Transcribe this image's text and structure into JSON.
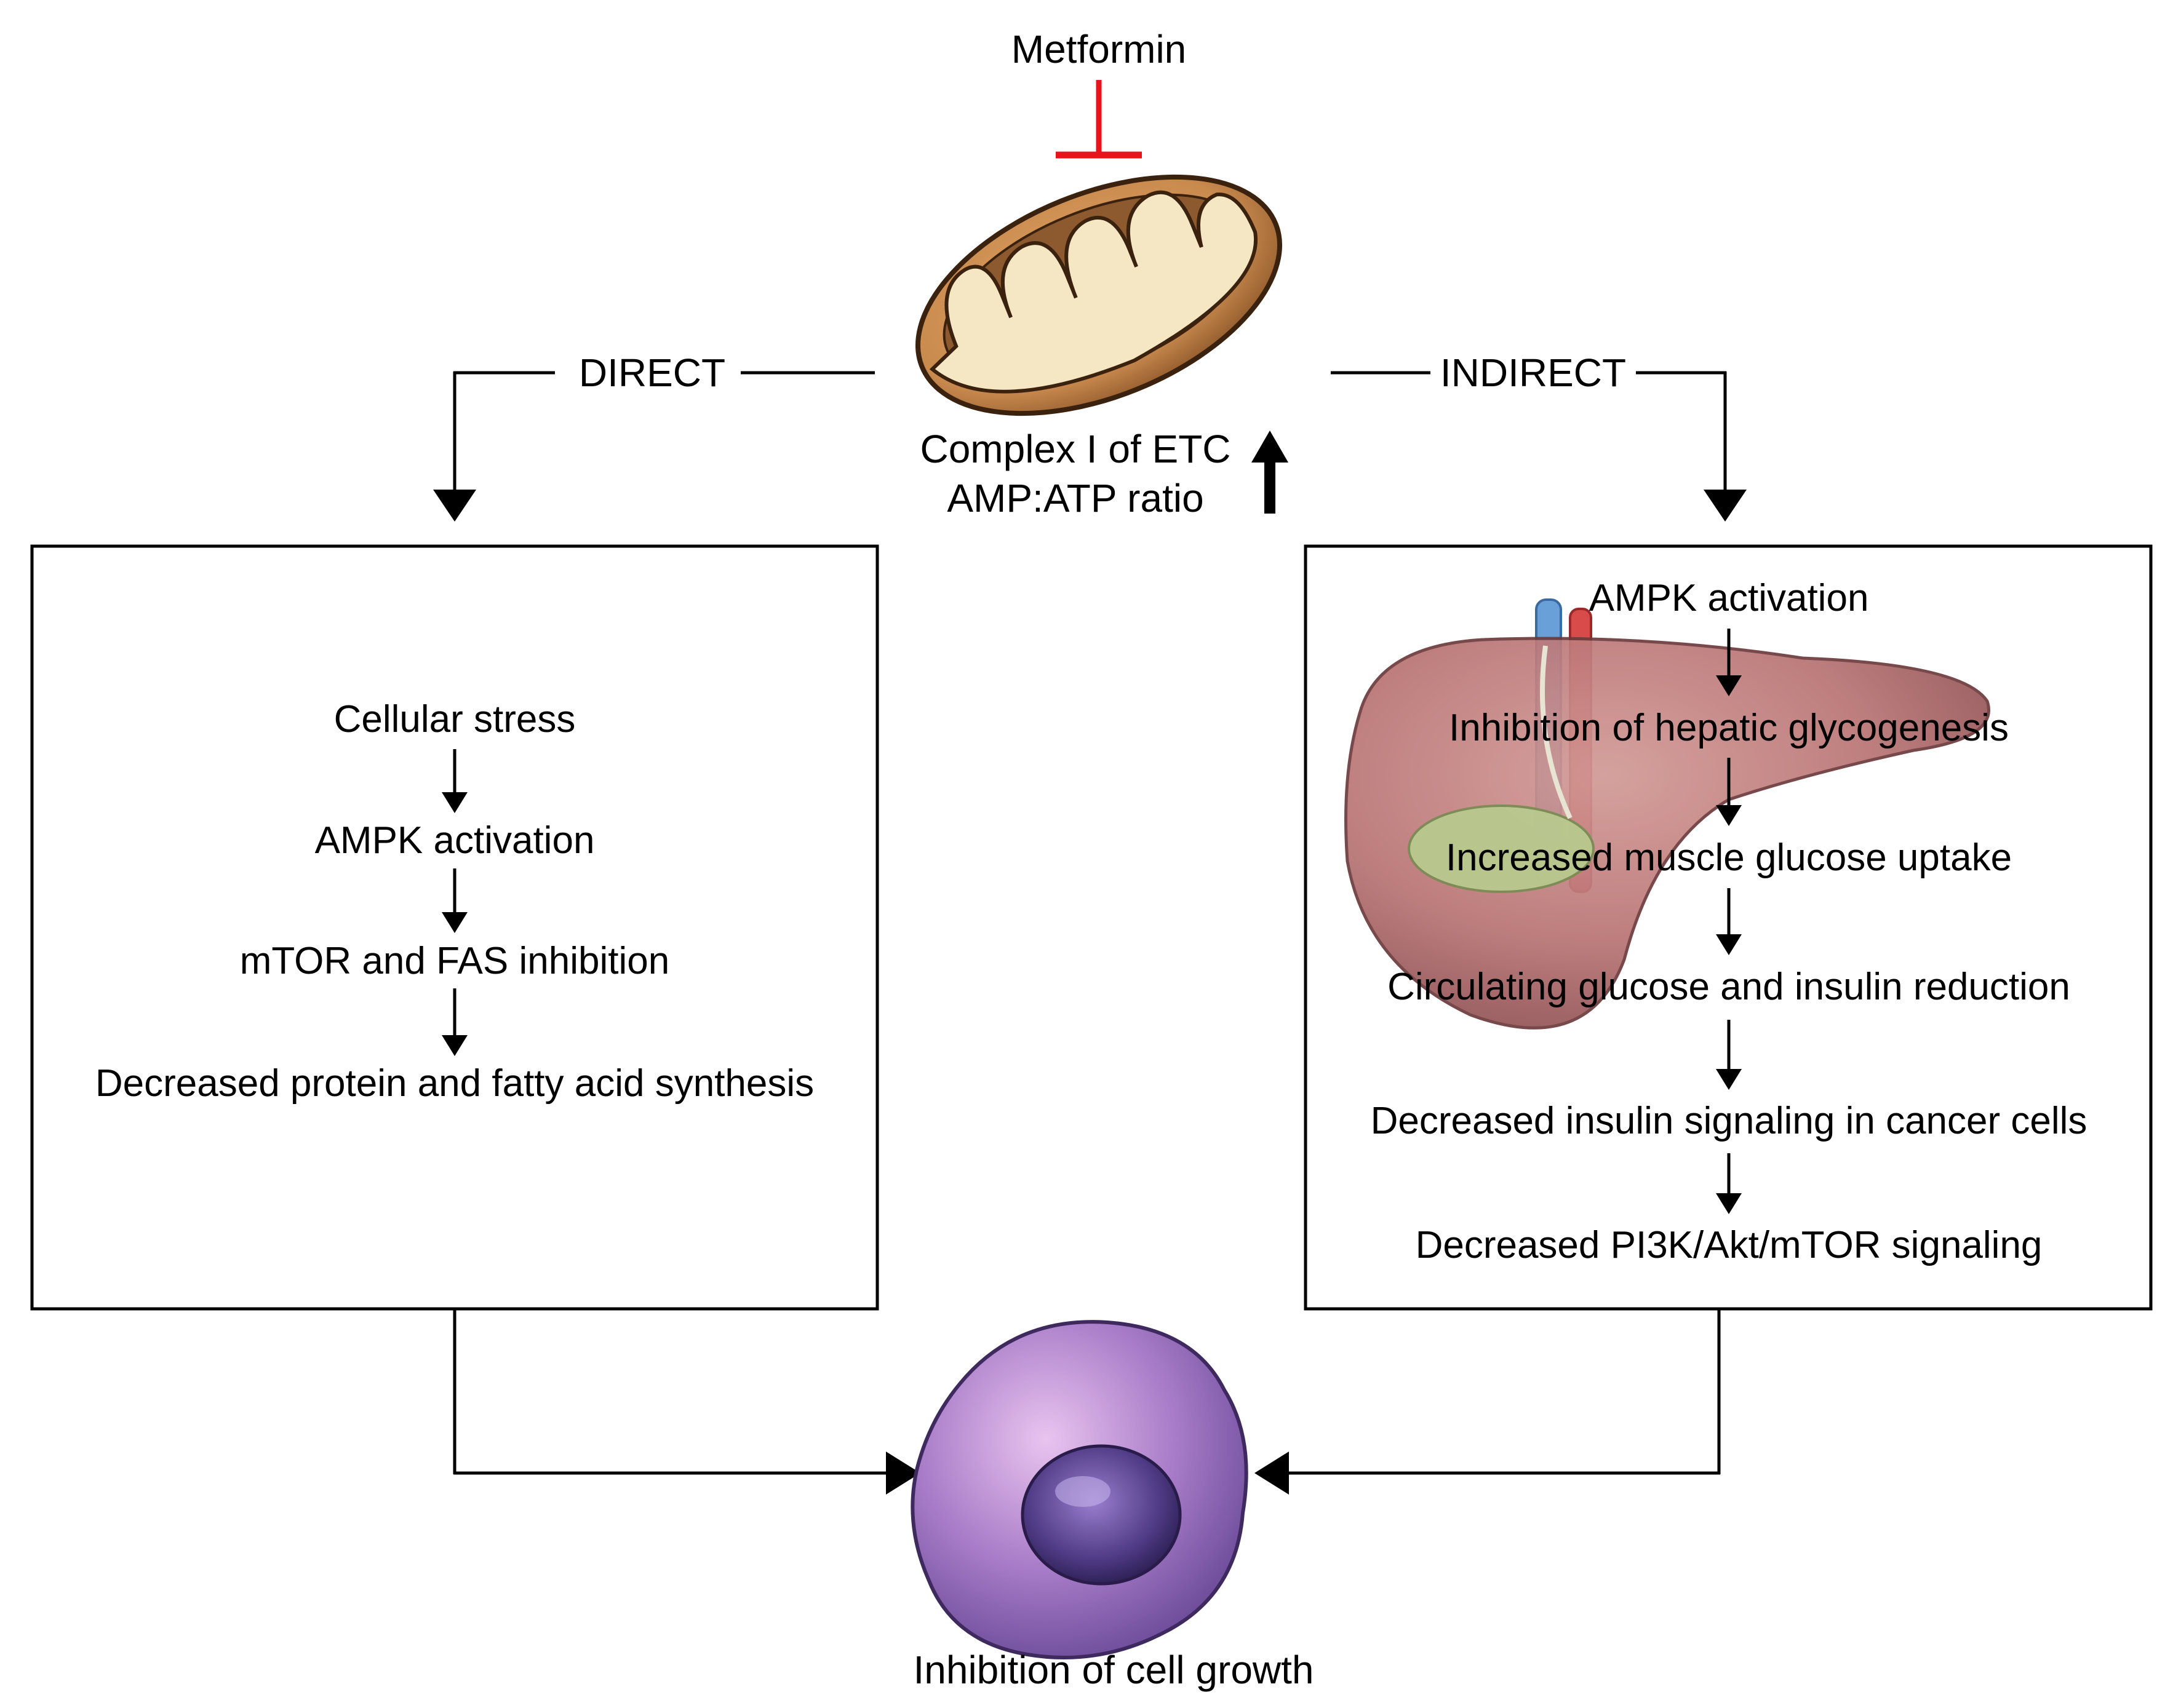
{
  "top": {
    "drug": "Metformin",
    "mito_line1": "Complex I of ETC",
    "mito_line2": "AMP:ATP ratio"
  },
  "branches": {
    "direct_label": "DIRECT",
    "indirect_label": "INDIRECT"
  },
  "direct_box": {
    "steps": [
      "Cellular stress",
      "AMPK activation",
      "mTOR and FAS inhibition",
      "Decreased protein and fatty acid synthesis"
    ]
  },
  "indirect_box": {
    "steps": [
      "AMPK activation",
      "Inhibition of hepatic glycogenesis",
      "Increased muscle glucose uptake",
      "Circulating glucose and insulin reduction",
      "Decreased insulin signaling in cancer cells",
      "Decreased PI3K/Akt/mTOR signaling"
    ]
  },
  "outcome": {
    "label": "Inhibition of cell growth"
  },
  "colors": {
    "inhibition": "#e8141b",
    "line": "#000000",
    "mito_outer": "#c98a4e",
    "mito_inner": "#f5e6c4",
    "liver": "#b97474",
    "gallbladder": "#b8c98e",
    "cell": "#9a6fb8",
    "nucleus": "#4f3a7e"
  },
  "icons": [
    "mitochondrion-icon",
    "liver-icon",
    "cancer-cell-icon",
    "up-arrow-icon"
  ]
}
